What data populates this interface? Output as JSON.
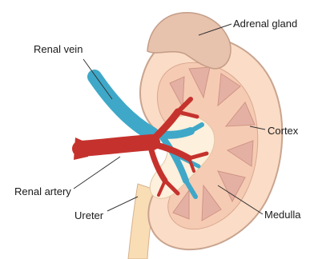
{
  "labels": {
    "adrenal_gland": "Adrenal gland",
    "renal_vein": "Renal vein",
    "cortex": "Cortex",
    "renal_artery": "Renal artery",
    "medulla": "Medulla",
    "ureter": "Ureter"
  },
  "colors": {
    "cortex_fill": "#fbdcc6",
    "capsule_outline": "#c9a48f",
    "adrenal_fill": "#e7c2ad",
    "pyramid_fill": "#e5b0a4",
    "pelvis_fill": "#fdf0dc",
    "artery": "#c5322d",
    "vein": "#3fa8c8",
    "ureter_fill": "#f9ddb5",
    "leader_line": "#333333"
  }
}
